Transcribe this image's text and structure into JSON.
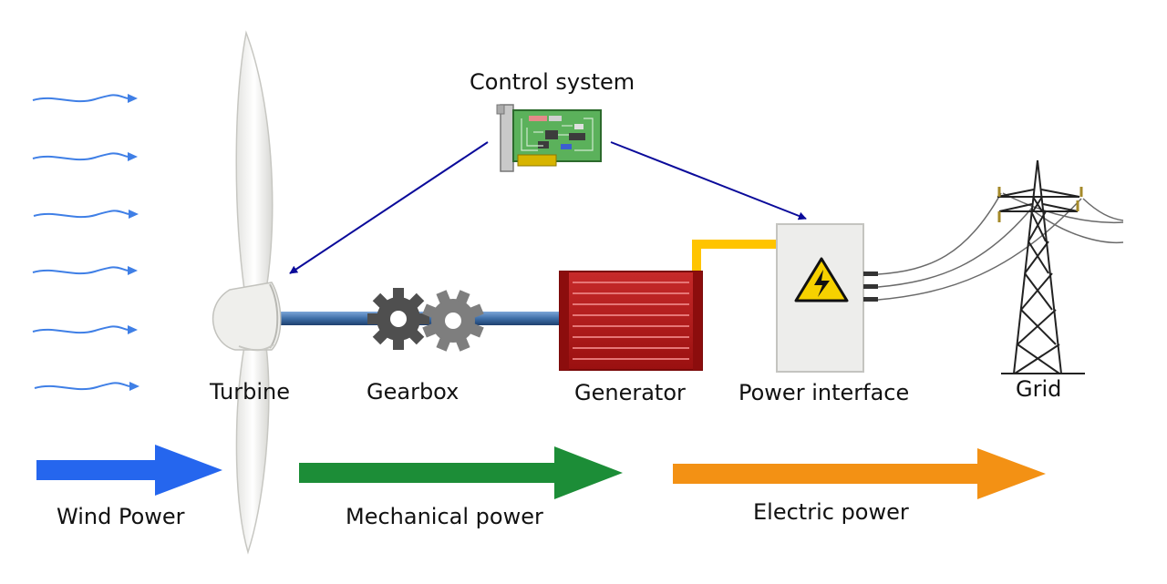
{
  "labels": {
    "control_system": "Control system",
    "turbine": "Turbine",
    "gearbox": "Gearbox",
    "generator": "Generator",
    "power_interface": "Power interface",
    "grid": "Grid",
    "wind_power": "Wind Power",
    "mechanical_power": "Mechanical power",
    "electric_power": "Electric power"
  },
  "icons": {
    "wind": "wind-stream-icon",
    "turbine": "wind-turbine-icon",
    "gearbox": "gears-icon",
    "generator": "generator-icon",
    "control": "circuit-board-icon",
    "power_interface": "electrical-cabinet-icon",
    "hazard": "high-voltage-warning-icon",
    "grid": "transmission-tower-icon"
  },
  "colors": {
    "wind_stream": "#3f7fe6",
    "wind_power_arrow": "#2566ee",
    "mechanical_power_arrow": "#1c8d37",
    "electric_power_arrow": "#f39114",
    "control_arrows": "#0a0a9a",
    "shaft": "#3f6fa8",
    "generator": "#b51616",
    "cable": "#ffc400",
    "cabinet": "#ededeb"
  }
}
